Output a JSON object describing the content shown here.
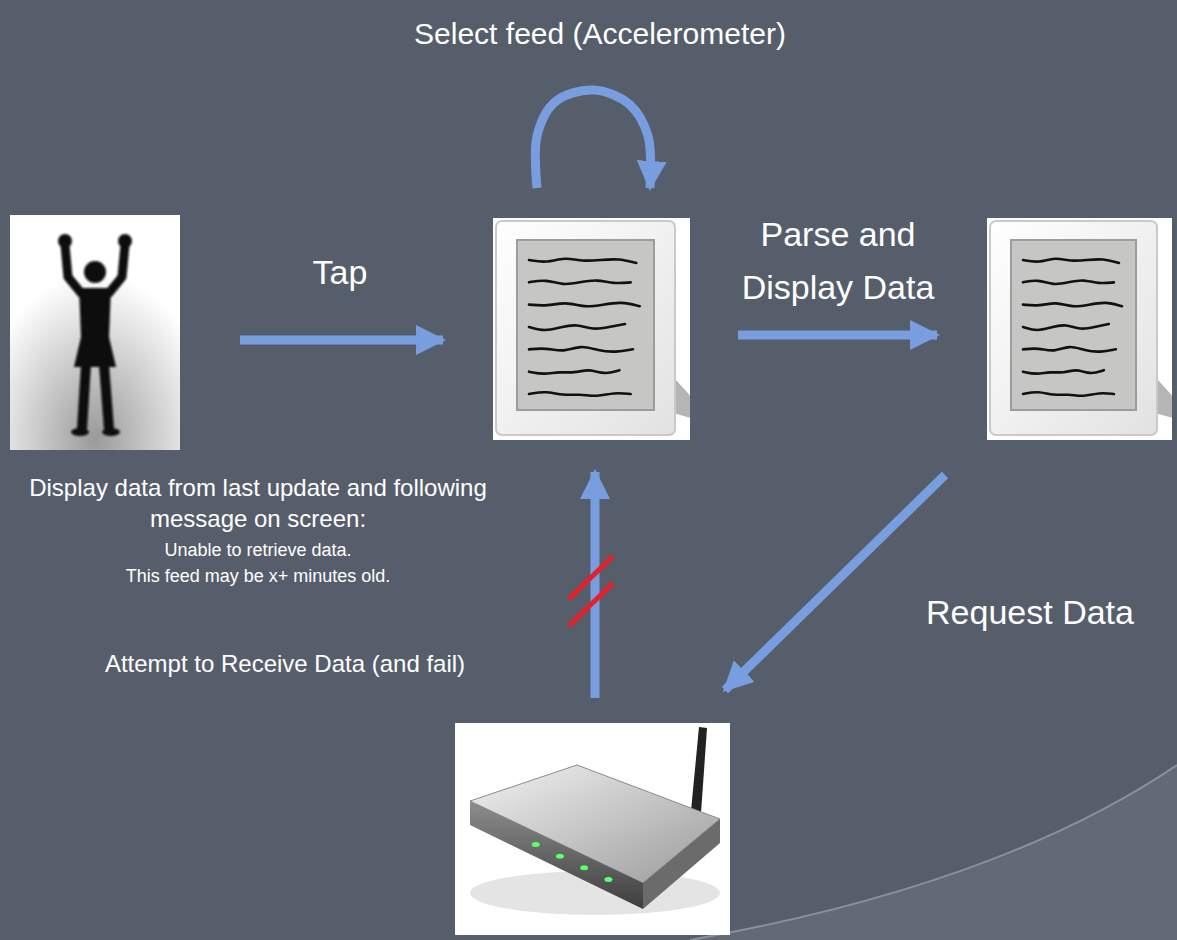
{
  "diagram": {
    "nodes": [
      {
        "text": []
      },
      {
        "text": []
      },
      {
        "text": []
      },
      {
        "text": []
      }
    ],
    "edges": [
      {
        "from": 0,
        "to": 1,
        "arrow": "to",
        "label": "Tap"
      },
      {
        "from": 1,
        "to": 1,
        "arrow": "to",
        "label": "Select feed (Accelerometer)"
      },
      {
        "from": 1,
        "to": 2,
        "arrow": "to",
        "label": "Parse and Display Data"
      },
      {
        "from": 2,
        "to": 3,
        "arrow": "to",
        "label": "Request Data"
      },
      {
        "from": 3,
        "to": 1,
        "arrow": "to",
        "label": "Attempt to Receive Data (and fail)"
      }
    ],
    "labels": [
      "Display data from last update and following message on screen:",
      "Unable to retrieve data.",
      "This feed may be x+ minutes old."
    ]
  }
}
